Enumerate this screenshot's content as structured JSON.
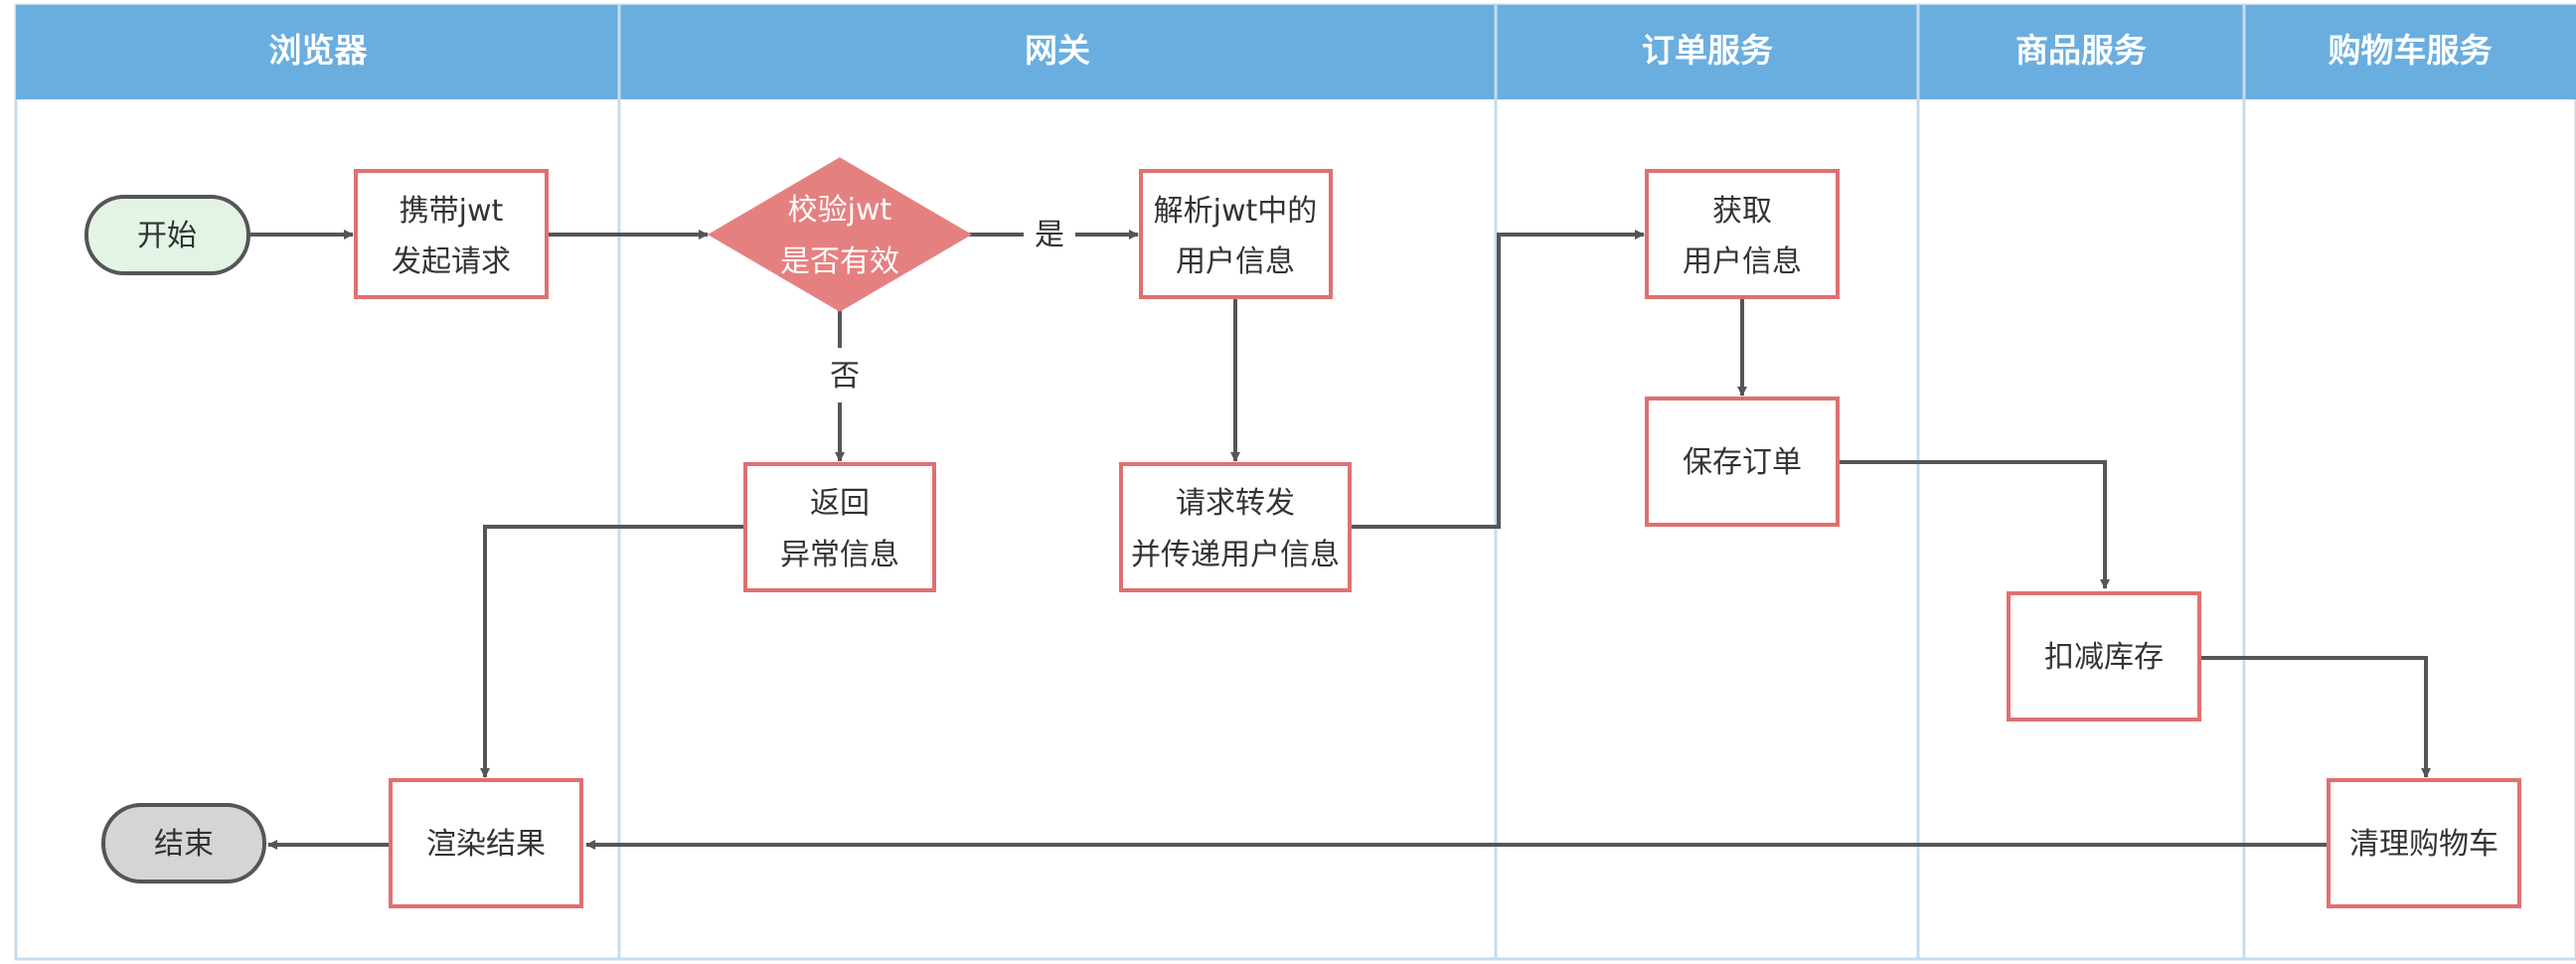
{
  "lanes": [
    {
      "id": "browser",
      "title": "浏览器"
    },
    {
      "id": "gateway",
      "title": "网关"
    },
    {
      "id": "order",
      "title": "订单服务"
    },
    {
      "id": "product",
      "title": "商品服务"
    },
    {
      "id": "cart",
      "title": "购物车服务"
    }
  ],
  "nodes": {
    "start": {
      "lines": [
        "开始"
      ]
    },
    "send_request": {
      "lines": [
        "携带jwt",
        "发起请求"
      ]
    },
    "validate_jwt": {
      "lines": [
        "校验jwt",
        "是否有效"
      ]
    },
    "parse_jwt": {
      "lines": [
        "解析jwt中的",
        "用户信息"
      ]
    },
    "return_error": {
      "lines": [
        "返回",
        "异常信息"
      ]
    },
    "forward_request": {
      "lines": [
        "请求转发",
        "并传递用户信息"
      ]
    },
    "get_user_info": {
      "lines": [
        "获取",
        "用户信息"
      ]
    },
    "save_order": {
      "lines": [
        "保存订单"
      ]
    },
    "deduct_stock": {
      "lines": [
        "扣减库存"
      ]
    },
    "clear_cart": {
      "lines": [
        "清理购物车"
      ]
    },
    "render_result": {
      "lines": [
        "渲染结果"
      ]
    },
    "end": {
      "lines": [
        "结束"
      ]
    }
  },
  "edge_labels": {
    "yes": "是",
    "no": "否"
  },
  "colors": {
    "header_bg": "#6aaee0",
    "lane_border": "#c5dcef",
    "process_border": "#e07070",
    "decision_fill": "#e58080",
    "start_fill": "#e3f4e6",
    "end_fill": "#d5d5d5",
    "arrow": "#555555"
  }
}
